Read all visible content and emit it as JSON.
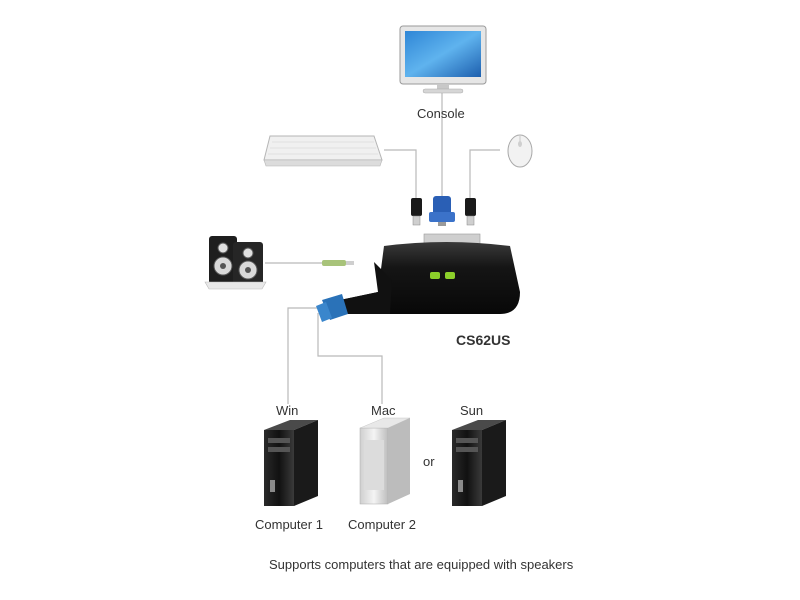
{
  "console_label": "Console",
  "device_model": "CS62US",
  "computers": [
    {
      "os": "Win",
      "name": "Computer 1"
    },
    {
      "os": "Mac",
      "name": "Computer 2"
    },
    {
      "os": "Sun",
      "name": ""
    }
  ],
  "or_label": "or",
  "caption": "Supports computers that are equipped with speakers",
  "icons": [
    "monitor-icon",
    "keyboard-icon",
    "mouse-icon",
    "speakers-icon",
    "kvm-switch-icon",
    "usb-plug-icon",
    "vga-plug-icon",
    "audio-plug-icon",
    "tower-pc-icon"
  ],
  "colors": {
    "cable": "#b9b9b9",
    "kvm_body": "#1b1b1b",
    "kvm_accent": "#2a72b8",
    "led": "#8ccf2a",
    "vga": "#2a5fb5"
  }
}
